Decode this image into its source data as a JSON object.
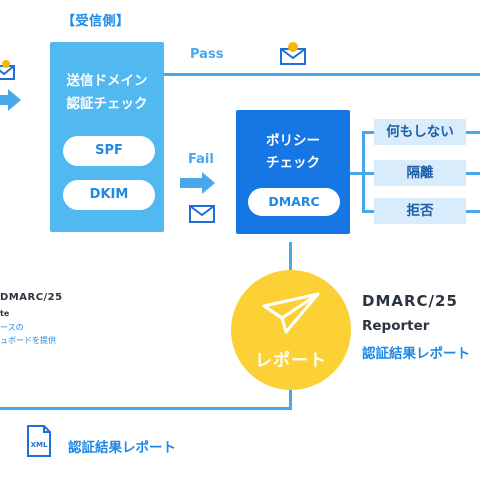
{
  "receiver": {
    "label": "【受信側】"
  },
  "domain_check": {
    "title_line1": "送信ドメイン",
    "title_line2": "認証チェック",
    "spf": "SPF",
    "dkim": "DKIM"
  },
  "flow": {
    "pass": "Pass",
    "fail": "Fail"
  },
  "policy_check": {
    "title_line1": "ポリシー",
    "title_line2": "チェック",
    "dmarc": "DMARC"
  },
  "actions": [
    "何もしない",
    "隔離",
    "拒否"
  ],
  "report": {
    "label": "レポート"
  },
  "reporter": {
    "brand": "DMARC/25",
    "product": "Reporter",
    "subtitle": "認証結果レポート"
  },
  "left_product": {
    "brand": "DMARC/25",
    "line1": "te",
    "line2": "ースの",
    "line3": "ュボードを提供"
  },
  "bottom": {
    "label": "認証結果レポート",
    "file_type": "XML"
  },
  "colors": {
    "light_blue": "#52b8f0",
    "dark_blue": "#1677e4",
    "pale_blue": "#d8ecfb",
    "line": "#4aa8ea",
    "yellow": "#fbd135"
  }
}
